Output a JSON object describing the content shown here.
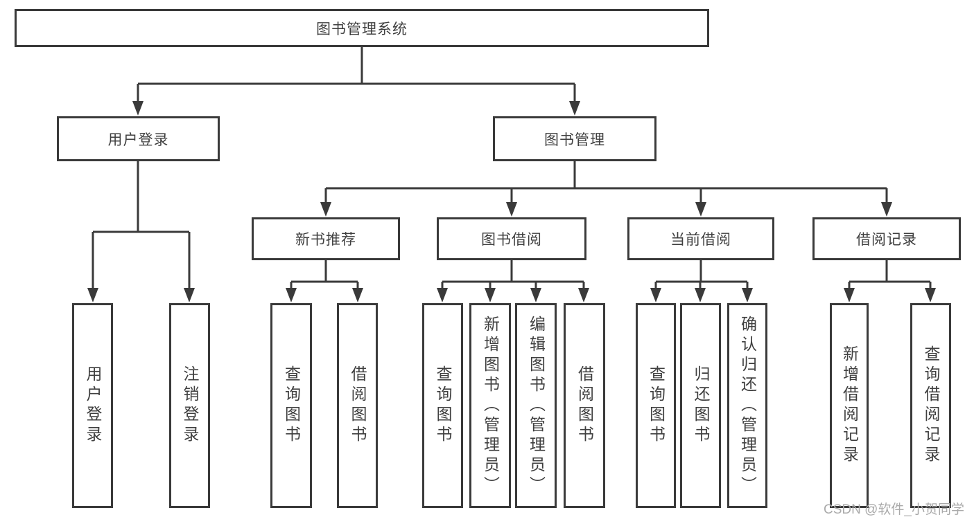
{
  "diagram": {
    "type": "hierarchy-org-chart",
    "colors": {
      "line": "#3a3a3a",
      "box_border": "#3a3a3a",
      "text": "#3f3f3f",
      "background": "#ffffff",
      "watermark": "#aaaaaa"
    },
    "tree": {
      "root": {
        "label": "图书管理系统"
      },
      "branches": [
        {
          "label": "用户登录",
          "children": [
            {
              "label": "用户登录"
            },
            {
              "label": "注销登录"
            }
          ]
        },
        {
          "label": "图书管理",
          "children": [
            {
              "label": "新书推荐",
              "children": [
                {
                  "label": "查询图书"
                },
                {
                  "label": "借阅图书"
                }
              ]
            },
            {
              "label": "图书借阅",
              "children": [
                {
                  "label": "查询图书"
                },
                {
                  "label": "新增图书（管理员）"
                },
                {
                  "label": "编辑图书（管理员）"
                },
                {
                  "label": "借阅图书"
                }
              ]
            },
            {
              "label": "当前借阅",
              "children": [
                {
                  "label": "查询图书"
                },
                {
                  "label": "归还图书"
                },
                {
                  "label": "确认归还（管理员）"
                }
              ]
            },
            {
              "label": "借阅记录",
              "children": [
                {
                  "label": "新增借阅记录"
                },
                {
                  "label": "查询借阅记录"
                }
              ]
            }
          ]
        }
      ]
    },
    "watermark": "CSDN @软件_小贺同学"
  }
}
